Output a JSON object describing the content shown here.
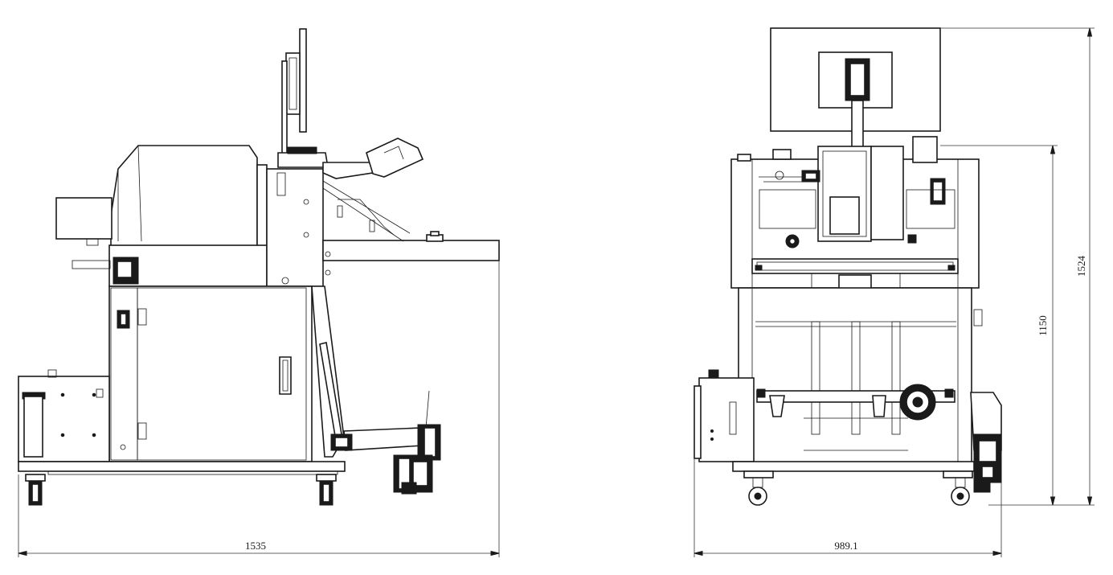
{
  "drawing": {
    "side_view": {
      "width_dimension": "1535"
    },
    "front_view": {
      "width_dimension": "989.1",
      "body_height_dimension": "1150",
      "total_height_dimension": "1524"
    }
  }
}
